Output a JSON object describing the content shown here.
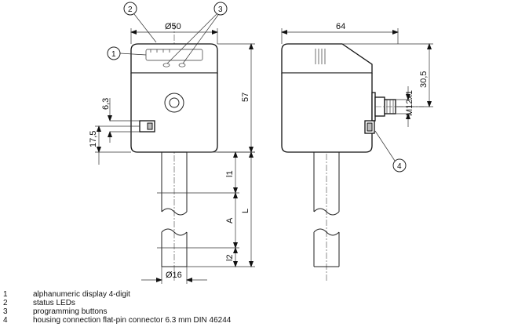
{
  "dimensions": {
    "dia50": "Ø50",
    "dia16": "Ø16",
    "w64": "64",
    "h57": "57",
    "d6_3": "6,3",
    "d17_5": "17,5",
    "d30_5": "30,5",
    "m12": "M12x1",
    "l1": "l1",
    "l2": "l2",
    "a": "A",
    "l": "L"
  },
  "callouts": [
    "1",
    "2",
    "3",
    "4"
  ],
  "legend": [
    {
      "num": "1",
      "text": "alphanumeric display 4-digit"
    },
    {
      "num": "2",
      "text": "status LEDs"
    },
    {
      "num": "3",
      "text": "programming buttons"
    },
    {
      "num": "4",
      "text": "housing connection flat-pin connector 6.3 mm DIN 46244"
    }
  ]
}
